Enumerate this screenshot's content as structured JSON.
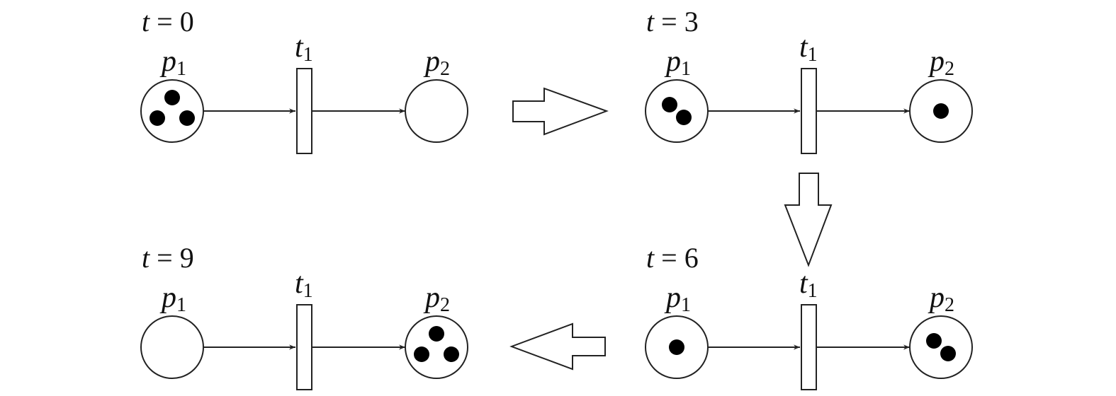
{
  "states": [
    {
      "time_var": "t",
      "eq": " = ",
      "time_value": "0",
      "place1": {
        "name": "p",
        "sub": "1",
        "tokens": 3
      },
      "transition": {
        "name": "t",
        "sub": "1"
      },
      "place2": {
        "name": "p",
        "sub": "2",
        "tokens": 0
      }
    },
    {
      "time_var": "t",
      "eq": " = ",
      "time_value": "3",
      "place1": {
        "name": "p",
        "sub": "1",
        "tokens": 2
      },
      "transition": {
        "name": "t",
        "sub": "1"
      },
      "place2": {
        "name": "p",
        "sub": "2",
        "tokens": 1
      }
    },
    {
      "time_var": "t",
      "eq": " = ",
      "time_value": "6",
      "place1": {
        "name": "p",
        "sub": "1",
        "tokens": 1
      },
      "transition": {
        "name": "t",
        "sub": "1"
      },
      "place2": {
        "name": "p",
        "sub": "2",
        "tokens": 2
      }
    },
    {
      "time_var": "t",
      "eq": " = ",
      "time_value": "9",
      "place1": {
        "name": "p",
        "sub": "1",
        "tokens": 0
      },
      "transition": {
        "name": "t",
        "sub": "1"
      },
      "place2": {
        "name": "p",
        "sub": "2",
        "tokens": 3
      }
    }
  ],
  "flow_arrows": [
    "right",
    "down",
    "left"
  ],
  "colors": {
    "stroke": "#222222",
    "token": "#000000",
    "background": "#ffffff"
  }
}
